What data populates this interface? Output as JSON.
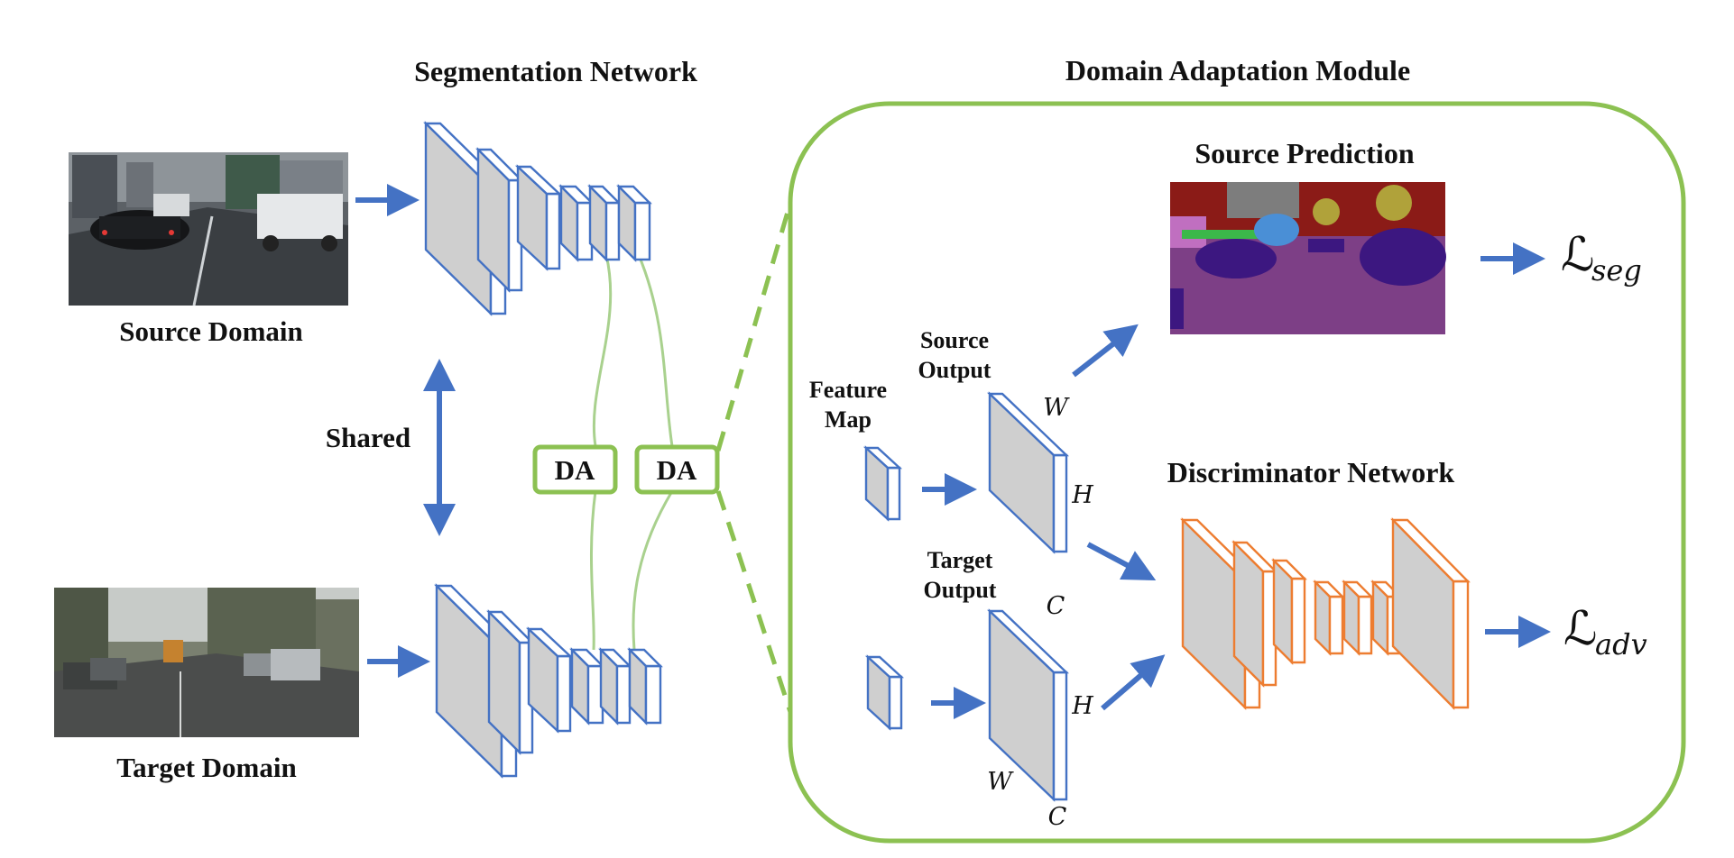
{
  "titles": {
    "segmentation": "Segmentation Network",
    "domain_adaptation": "Domain Adaptation Module",
    "source_prediction": "Source Prediction",
    "discriminator": "Discriminator Network"
  },
  "labels": {
    "source_domain": "Source Domain",
    "target_domain": "Target Domain",
    "shared": "Shared",
    "da_1": "DA",
    "da_2": "DA",
    "feature_map_line1": "Feature",
    "feature_map_line2": "Map",
    "source_output_line1": "Source",
    "source_output_line2": "Output",
    "target_output_line1": "Target",
    "target_output_line2": "Output"
  },
  "dims": {
    "w": "W",
    "h": "H",
    "c": "C"
  },
  "losses": {
    "seg_main": "ℒ",
    "seg_sub": "seg",
    "adv_main": "ℒ",
    "adv_sub": "adv"
  },
  "colors": {
    "blue": "#4472c4",
    "orange": "#ed7d31",
    "green": "#8cc152"
  }
}
